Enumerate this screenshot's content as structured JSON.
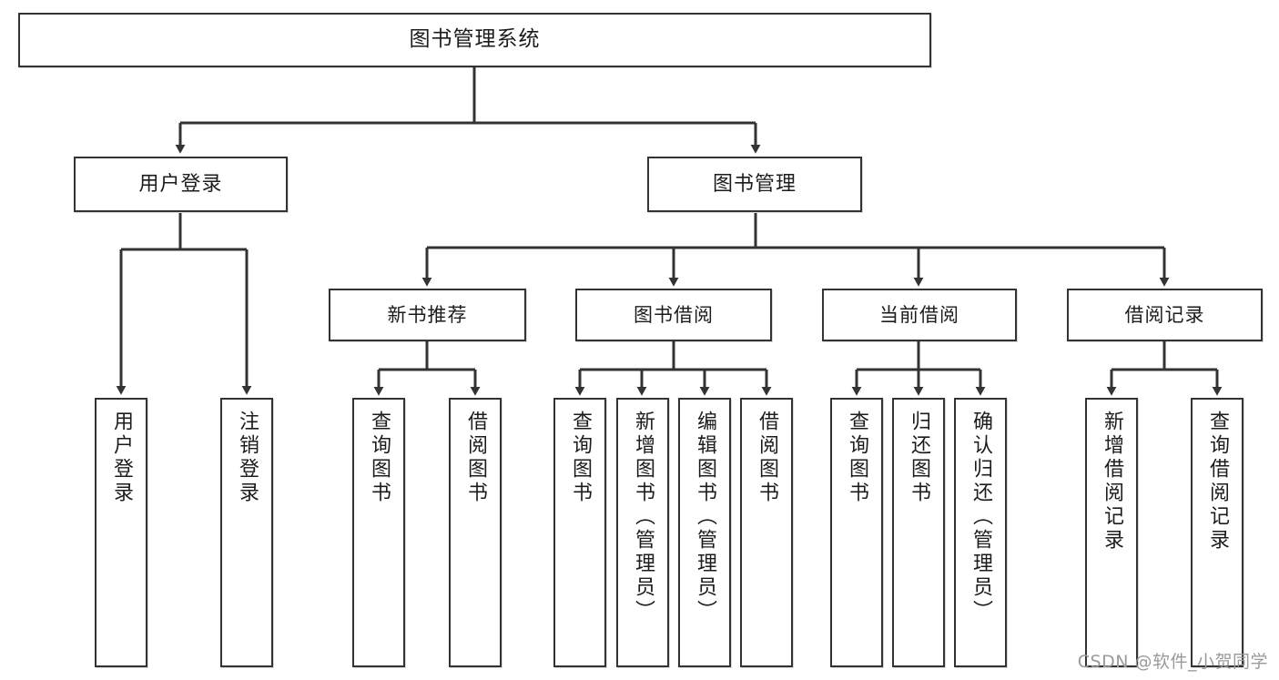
{
  "diagram": {
    "type": "tree-hierarchy-chart",
    "title": "图书管理系统",
    "orientation": "top-down",
    "colors": {
      "box_border": "#333333",
      "box_fill": "#ffffff",
      "edge": "#333333",
      "text": "#1c1c1c",
      "watermark": "#9a9a9a",
      "background": "#ffffff"
    },
    "nodes": {
      "root": {
        "label": "图书管理系统"
      },
      "level1": [
        {
          "id": "user-login",
          "label": "用户登录"
        },
        {
          "id": "book-management",
          "label": "图书管理"
        }
      ],
      "level2": [
        {
          "id": "new-book-recommend",
          "label": "新书推荐",
          "parent": "book-management"
        },
        {
          "id": "book-borrow",
          "label": "图书借阅",
          "parent": "book-management"
        },
        {
          "id": "current-borrow",
          "label": "当前借阅",
          "parent": "book-management"
        },
        {
          "id": "borrow-record",
          "label": "借阅记录",
          "parent": "book-management"
        }
      ],
      "leaves": [
        {
          "id": "leaf-user-login",
          "label": "用户登录",
          "parent": "user-login"
        },
        {
          "id": "leaf-logout",
          "label": "注销登录",
          "parent": "user-login"
        },
        {
          "id": "leaf-query-book-1",
          "label": "查询图书",
          "parent": "new-book-recommend"
        },
        {
          "id": "leaf-borrow-book-1",
          "label": "借阅图书",
          "parent": "new-book-recommend"
        },
        {
          "id": "leaf-query-book-2",
          "label": "查询图书",
          "parent": "book-borrow"
        },
        {
          "id": "leaf-add-book",
          "label": "新增图书（管理员）",
          "parent": "book-borrow"
        },
        {
          "id": "leaf-edit-book",
          "label": "编辑图书（管理员）",
          "parent": "book-borrow"
        },
        {
          "id": "leaf-borrow-book-2",
          "label": "借阅图书",
          "parent": "book-borrow"
        },
        {
          "id": "leaf-query-book-3",
          "label": "查询图书",
          "parent": "current-borrow"
        },
        {
          "id": "leaf-return-book",
          "label": "归还图书",
          "parent": "current-borrow"
        },
        {
          "id": "leaf-confirm-return",
          "label": "确认归还（管理员）",
          "parent": "current-borrow"
        },
        {
          "id": "leaf-add-record",
          "label": "新增借阅记录",
          "parent": "borrow-record"
        },
        {
          "id": "leaf-query-record",
          "label": "查询借阅记录",
          "parent": "borrow-record"
        }
      ]
    },
    "watermark": "CSDN @软件_小贺同学"
  }
}
